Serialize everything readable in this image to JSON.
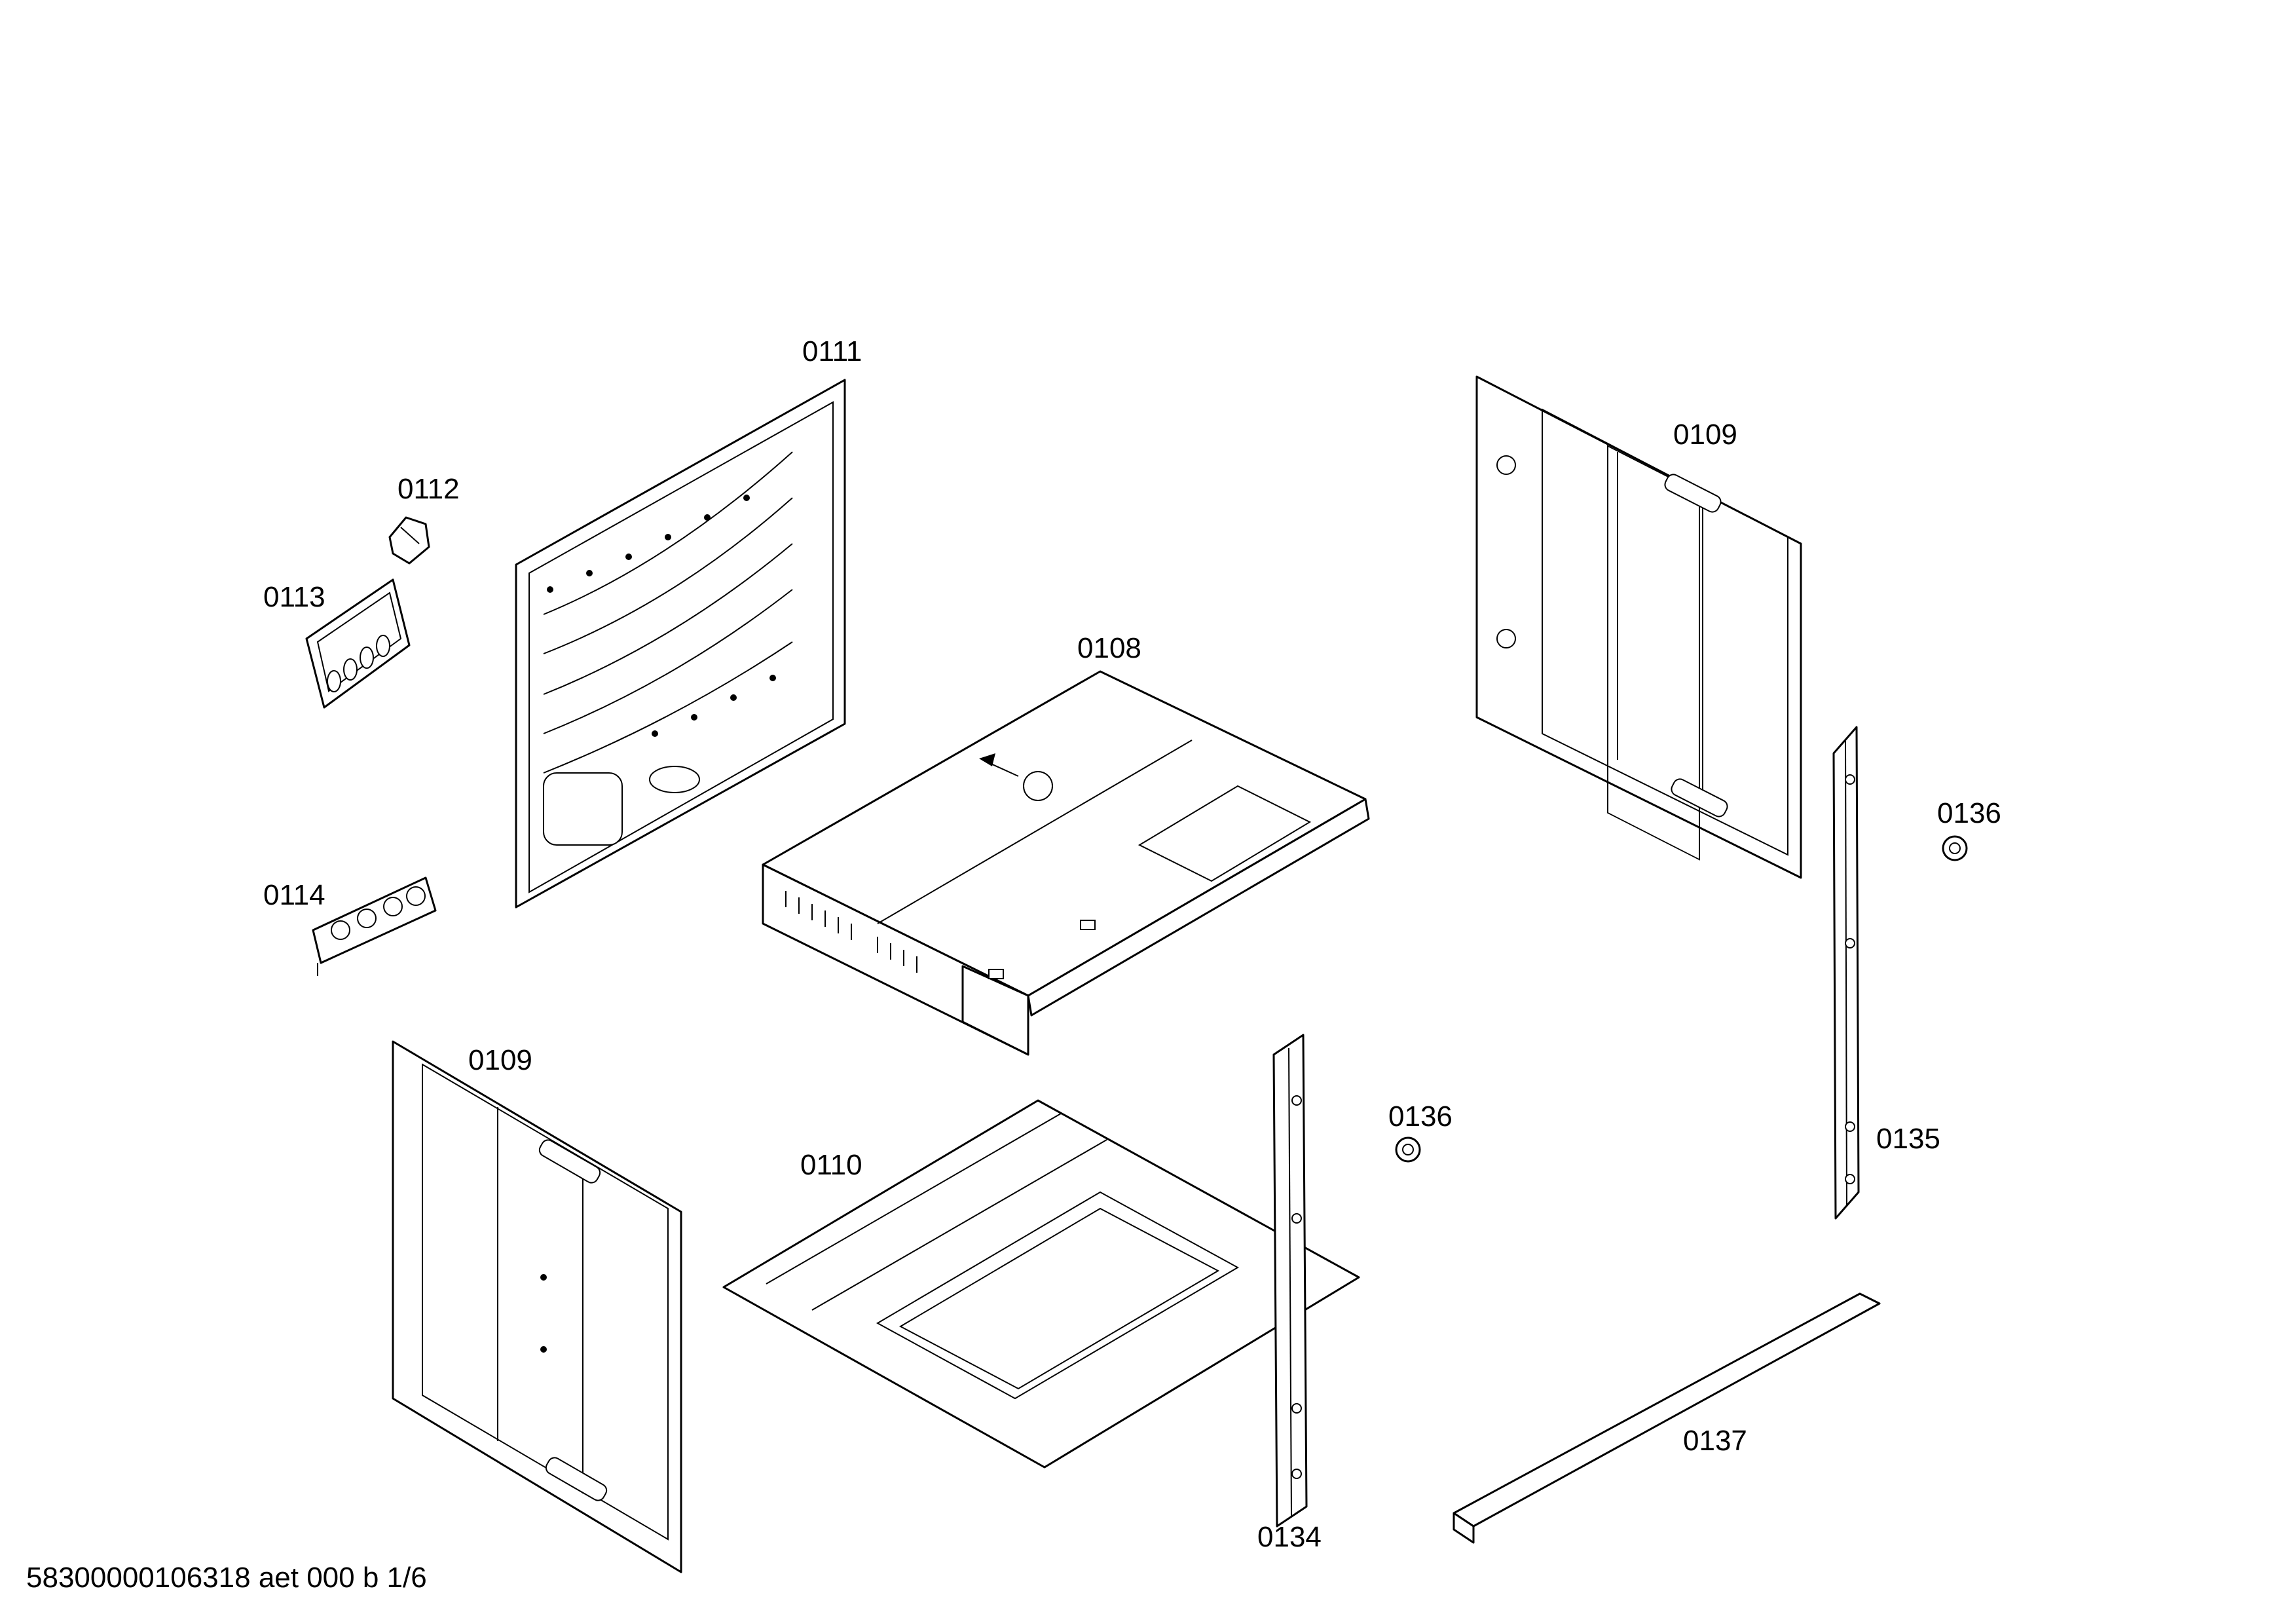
{
  "labels": {
    "p0111": "0111",
    "p0112": "0112",
    "p0113": "0113",
    "p0114": "0114",
    "p0108": "0108",
    "p0109_top": "0109",
    "p0109_bottom": "0109",
    "p0110": "0110",
    "p0136_top": "0136",
    "p0136_bottom": "0136",
    "p0135": "0135",
    "p0134": "0134",
    "p0137": "0137"
  },
  "footer": {
    "document_ref": "58300000106318 aet 000 b 1/6"
  }
}
